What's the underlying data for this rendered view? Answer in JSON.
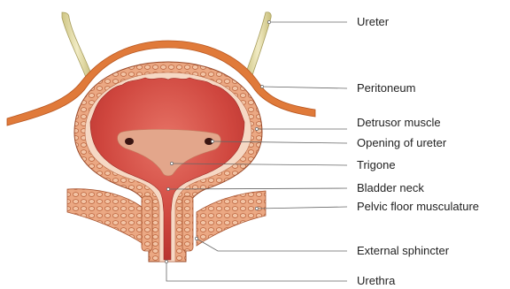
{
  "labels": {
    "ureter": "Ureter",
    "peritoneum": "Peritoneum",
    "detrusor_muscle": "Detrusor muscle",
    "opening_of_ureter": "Opening of ureter",
    "trigone": "Trigone",
    "bladder_neck": "Bladder neck",
    "pelvic_floor_musculature": "Pelvic floor musculature",
    "external_sphincter": "External sphincter",
    "urethra": "Urethra"
  },
  "colors": {
    "background": "#ffffff",
    "peritoneum": "#e07a3a",
    "muscle_outer": "#e8a27a",
    "muscle_pattern": "#c96a3f",
    "lumen": "#c8413b",
    "lumen_light": "#e0685f",
    "trigone": "#e4a78c",
    "ureter": "#e6dfa8",
    "leader_line": "#666666"
  }
}
